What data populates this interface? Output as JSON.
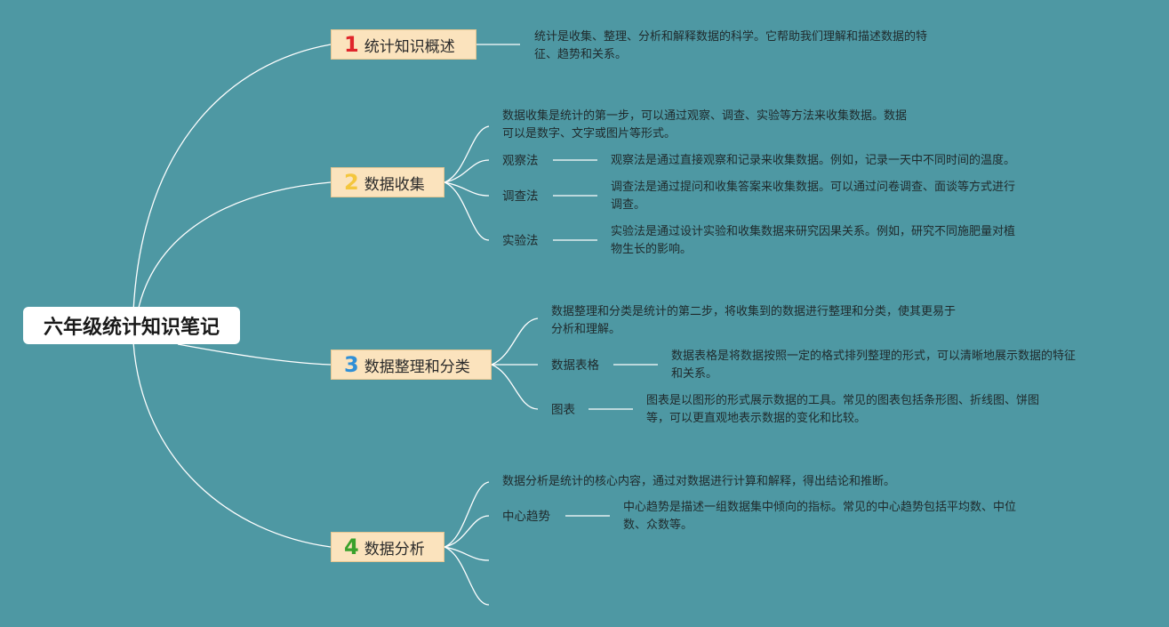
{
  "root": {
    "title": "六年级统计知识笔记"
  },
  "branches": [
    {
      "num": "1",
      "num_color": "#e0252b",
      "label": "统计知识概述",
      "desc_line1": "统计是收集、整理、分析和解释数据的科学。它帮助我们理解和描述数据的特",
      "desc_line2": "征、趋势和关系。"
    },
    {
      "num": "2",
      "num_color": "#f4c63d",
      "label": "数据收集",
      "desc_line1": "数据收集是统计的第一步，可以通过观察、调查、实验等方法来收集数据。数据",
      "desc_line2": "可以是数字、文字或图片等形式。",
      "subs": [
        {
          "label": "观察法",
          "line1": "观察法是通过直接观察和记录来收集数据。例如，记录一天中不同时间的温度。",
          "line2": ""
        },
        {
          "label": "调查法",
          "line1": "调查法是通过提问和收集答案来收集数据。可以通过问卷调查、面谈等方式进行",
          "line2": "调查。"
        },
        {
          "label": "实验法",
          "line1": "实验法是通过设计实验和收集数据来研究因果关系。例如，研究不同施肥量对植",
          "line2": "物生长的影响。"
        }
      ]
    },
    {
      "num": "3",
      "num_color": "#2f8fd6",
      "label": "数据整理和分类",
      "desc_line1": "数据整理和分类是统计的第二步，将收集到的数据进行整理和分类，使其更易于",
      "desc_line2": "分析和理解。",
      "subs": [
        {
          "label": "数据表格",
          "line1": "数据表格是将数据按照一定的格式排列整理的形式，可以清晰地展示数据的特征",
          "line2": "和关系。"
        },
        {
          "label": "图表",
          "line1": "图表是以图形的形式展示数据的工具。常见的图表包括条形图、折线图、饼图",
          "line2": "等，可以更直观地表示数据的变化和比较。"
        }
      ]
    },
    {
      "num": "4",
      "num_color": "#3aa12c",
      "label": "数据分析",
      "desc_line1": "数据分析是统计的核心内容，通过对数据进行计算和解释，得出结论和推断。",
      "subs": [
        {
          "label": "中心趋势",
          "line1": "中心趋势是描述一组数据集中倾向的指标。常见的中心趋势包括平均数、中位",
          "line2": "数、众数等。"
        }
      ]
    }
  ]
}
